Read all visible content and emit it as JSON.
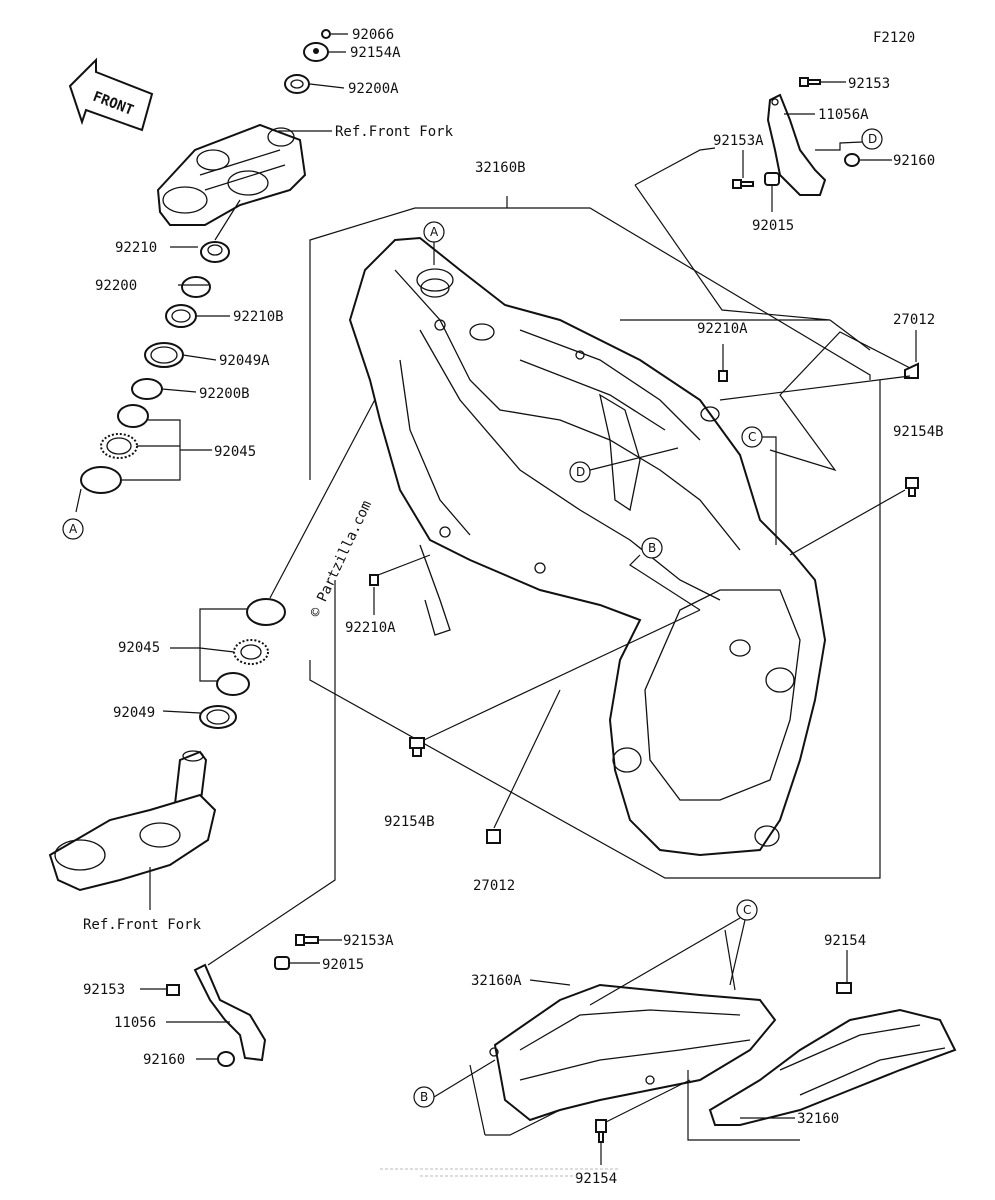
{
  "figure_code": "F2120",
  "front_label": "FRONT",
  "watermark": "© Partzilla.com",
  "footer_text": "",
  "refs": {
    "front_fork_top": "Ref.Front Fork",
    "front_fork_bottom": "Ref.Front Fork"
  },
  "callouts": {
    "a": "A",
    "b": "B",
    "c": "C",
    "d": "D"
  },
  "parts": {
    "p92066": "92066",
    "p92154A": "92154A",
    "p92200A": "92200A",
    "p92210": "92210",
    "p92200": "92200",
    "p92210B": "92210B",
    "p92049A": "92049A",
    "p92200B": "92200B",
    "p92045_top": "92045",
    "p92045_bottom": "92045",
    "p92049": "92049",
    "p32160B": "32160B",
    "p92210A_top": "92210A",
    "p92210A_mid": "92210A",
    "p27012_right": "27012",
    "p27012_bottom": "27012",
    "p92154B_right": "92154B",
    "p92154B_bottom": "92154B",
    "p92153_top": "92153",
    "p11056A": "11056A",
    "p92153A_top": "92153A",
    "p92160_top": "92160",
    "p92015_top": "92015",
    "p92153A_bottom": "92153A",
    "p92015_bottom": "92015",
    "p92153_bottom": "92153",
    "p11056": "11056",
    "p92160_bottom": "92160",
    "p32160A": "32160A",
    "p92154_top": "92154",
    "p32160": "32160",
    "p92154_bottom": "92154"
  }
}
